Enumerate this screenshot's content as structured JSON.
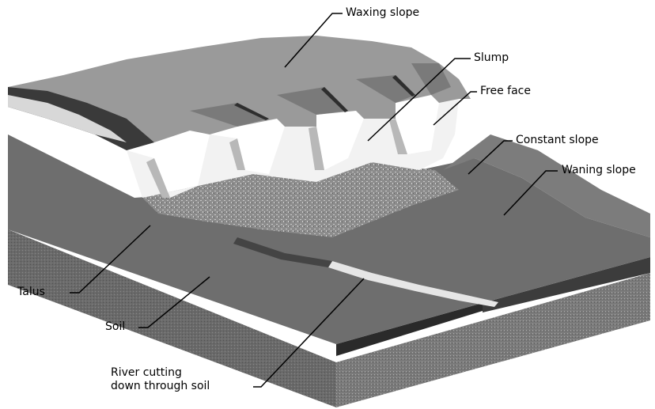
{
  "diagram": {
    "labels": {
      "waxing_slope": "Waxing slope",
      "slump": "Slump",
      "free_face": "Free face",
      "constant_slope": "Constant slope",
      "waning_slope": "Waning slope",
      "talus": "Talus",
      "soil": "Soil",
      "river_line1": "River cutting",
      "river_line2": "down through soil"
    },
    "colors": {
      "plateau": "#9a9a9a",
      "cliff_face": "#f2f2f2",
      "lower_slope": "#6e6e6e",
      "block_side": "#585858",
      "talus": "#b4b4b4",
      "leader_lines": "#000000"
    }
  }
}
